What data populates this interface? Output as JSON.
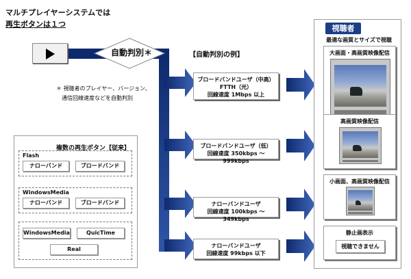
{
  "title": {
    "line1": "マルチプレイヤーシステムでは",
    "line2": "再生ボタンは１つ"
  },
  "play_button": {
    "icon": "play-icon"
  },
  "decision": {
    "label": "自動判別＊"
  },
  "example_title": "【自動判別の例】",
  "note": {
    "line1": "＊ 視聴者のプレイヤー、バージョン、",
    "line2": "通信回線速度などを自動判別"
  },
  "old_buttons": {
    "title": "複数の再生ボタン【従来】",
    "flash": {
      "label": "Flash",
      "buttons": [
        "ナローバンド",
        "ブロードバンド"
      ]
    },
    "windows_media": {
      "label": "WindowsMedia",
      "buttons": [
        "ナローバンド",
        "ブロードバンド"
      ]
    },
    "players": {
      "buttons": [
        "WindowsMedia",
        "QuicTime",
        "Real"
      ]
    }
  },
  "categories": [
    {
      "line1": "ブロードバンドユーザ（中高）",
      "line2": "FTTH（光）",
      "line3": "回線速度 1Mbps 以上"
    },
    {
      "line1": "ブロードバンドユーザ（低）",
      "line2": "回線速度 350kbps 〜 999kbps"
    },
    {
      "line1": "ナローバンドユーザ",
      "line2": "回線速度 100kbps 〜 349kbps"
    },
    {
      "line1": "ナローバンドユーザ",
      "line2": "回線速度 99kbps 以下"
    }
  ],
  "viewer": {
    "header": "視聴者",
    "subtitle": "最適な画質とサイズで視聴",
    "outputs": [
      {
        "label": "大画面・高画質映像配信"
      },
      {
        "label": "高画質映像配信"
      },
      {
        "label": "小画面、高画質映像配信"
      },
      {
        "label": "静止画表示",
        "button": "視聴できません"
      }
    ]
  },
  "colors": {
    "arrow_dark": "#0e2a6e",
    "arrow_light": "#3f66b9",
    "header": "#1a3f86"
  }
}
